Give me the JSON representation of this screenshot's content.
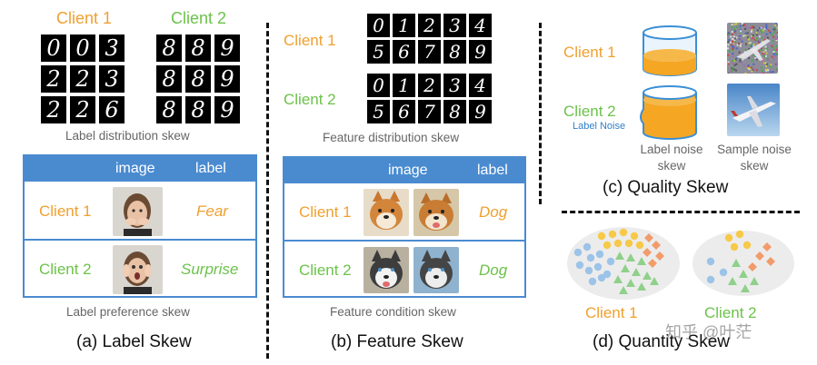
{
  "panel_a": {
    "client1": "Client 1",
    "client2": "Client 2",
    "client1_digits": [
      "0",
      "0",
      "3",
      "2",
      "2",
      "3",
      "2",
      "2",
      "6"
    ],
    "client2_digits": [
      "8",
      "8",
      "9",
      "8",
      "8",
      "9",
      "8",
      "8",
      "9"
    ],
    "caption_top": "Label distribution skew",
    "table": {
      "col_image": "image",
      "col_label": "label",
      "rows": [
        {
          "client": "Client 1",
          "label": "Fear"
        },
        {
          "client": "Client 2",
          "label": "Surprise"
        }
      ]
    },
    "caption_bottom": "Label preference skew",
    "title": "(a) Label Skew"
  },
  "panel_b": {
    "client1": "Client 1",
    "client2": "Client 2",
    "client1_digits": [
      "0",
      "1",
      "2",
      "3",
      "4",
      "5",
      "6",
      "7",
      "8",
      "9"
    ],
    "client2_digits": [
      "0",
      "1",
      "2",
      "3",
      "4",
      "5",
      "6",
      "7",
      "8",
      "9"
    ],
    "caption_top": "Feature distribution skew",
    "table": {
      "col_image": "image",
      "col_label": "label",
      "rows": [
        {
          "client": "Client 1",
          "label": "Dog"
        },
        {
          "client": "Client 2",
          "label": "Dog"
        }
      ]
    },
    "caption_bottom": "Feature condition skew",
    "title": "(b) Feature Skew"
  },
  "panel_c": {
    "client1": "Client 1",
    "client2": "Client 2",
    "label_noise_tag": "Label Noise",
    "caption_left": "Label noise skew",
    "caption_right": "Sample noise skew",
    "title": "(c) Quality Skew"
  },
  "panel_d": {
    "client1": "Client 1",
    "client2": "Client 2",
    "title": "(d) Quantity Skew",
    "watermark": "知乎 @叶茫"
  },
  "colors": {
    "orange": "#F0A030",
    "green": "#6CC24A",
    "table_blue": "#4A8BD0"
  }
}
